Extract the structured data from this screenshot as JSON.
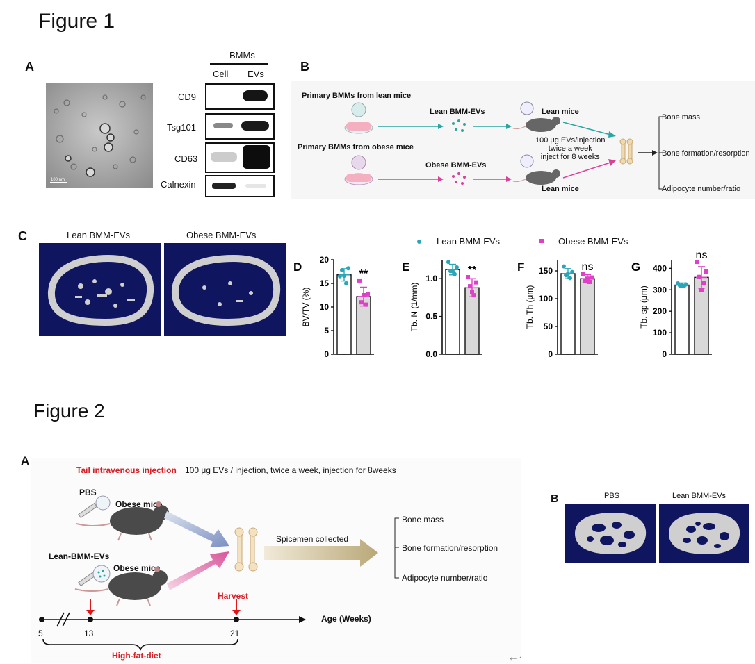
{
  "figure1": {
    "title": "Figure 1",
    "panelA": {
      "label": "A",
      "scale_bar": "100 nm",
      "group_label": "BMMs",
      "columns": [
        "Cell",
        "EVs"
      ],
      "rows": [
        "CD9",
        "Tsg101",
        "CD63",
        "Calnexin"
      ]
    },
    "panelB": {
      "label": "B",
      "source_lean": "Primary BMMs from lean mice",
      "source_obese": "Primary BMMs from obese mice",
      "evs_lean": "Lean BMM-EVs",
      "evs_obese": "Obese BMM-EVs",
      "recipient_top": "Lean mice",
      "recipient_bottom": "Lean mice",
      "dosing": [
        "100 μg EVs/injection",
        "twice a week",
        "inject for 8 weeks"
      ],
      "outcomes": [
        "Bone mass",
        "Bone formation/resorption",
        "Adipocyte number/ratio"
      ]
    },
    "panelC": {
      "label": "C",
      "images": [
        "Lean BMM-EVs",
        "Obese BMM-EVs"
      ]
    },
    "legend": [
      "Lean BMM-EVs",
      "Obese BMM-EVs"
    ],
    "colors": {
      "lean": "#2aa6b8",
      "obese": "#e040c8",
      "bar_obese": "#d9d9d9",
      "scan_bg": "#10155f",
      "arrow_lean": "#2aa6a0",
      "arrow_obese": "#d8409a"
    }
  },
  "chart_data": [
    {
      "type": "bar",
      "panel": "D",
      "ylabel": "BV/TV (%)",
      "ylim": [
        0,
        20
      ],
      "yticks": [
        "0",
        "5",
        "10",
        "15",
        "20"
      ],
      "categories": [
        "Lean BMM-EVs",
        "Obese BMM-EVs"
      ],
      "values": [
        16.8,
        12.2
      ],
      "errors": [
        1.3,
        2.0
      ],
      "points": [
        [
          16.5,
          18.2,
          17.8,
          15.0,
          16.6
        ],
        [
          15.6,
          12.8,
          11.0,
          10.5,
          12.5
        ]
      ],
      "significance": "**"
    },
    {
      "type": "bar",
      "panel": "E",
      "ylabel": "Tb. N (1/mm)",
      "ylim": [
        0,
        1.25
      ],
      "yticks": [
        "0.0",
        "0.5",
        "1.0"
      ],
      "categories": [
        "Lean BMM-EVs",
        "Obese BMM-EVs"
      ],
      "values": [
        1.12,
        0.88
      ],
      "errors": [
        0.07,
        0.12
      ],
      "points": [
        [
          1.22,
          1.15,
          1.1,
          1.06,
          1.1
        ],
        [
          1.02,
          0.95,
          0.9,
          0.78,
          0.82
        ]
      ],
      "significance": "**"
    },
    {
      "type": "bar",
      "panel": "F",
      "ylabel": "Tb. Th (μm)",
      "ylim": [
        0,
        170
      ],
      "yticks": [
        "0",
        "50",
        "100",
        "150"
      ],
      "categories": [
        "Lean BMM-EVs",
        "Obese BMM-EVs"
      ],
      "values": [
        145,
        136
      ],
      "errors": [
        9,
        7
      ],
      "points": [
        [
          158,
          148,
          142,
          137,
          145
        ],
        [
          145,
          138,
          132,
          130,
          136
        ]
      ],
      "significance": "ns"
    },
    {
      "type": "bar",
      "panel": "G",
      "ylabel": "Tb. sp (μm)",
      "ylim": [
        0,
        440
      ],
      "yticks": [
        "0",
        "100",
        "200",
        "300",
        "400"
      ],
      "categories": [
        "Lean BMM-EVs",
        "Obese BMM-EVs"
      ],
      "values": [
        322,
        358
      ],
      "errors": [
        10,
        50
      ],
      "points": [
        [
          330,
          325,
          320,
          318,
          322
        ],
        [
          430,
          385,
          360,
          330,
          300
        ]
      ],
      "significance": "ns"
    }
  ],
  "figure2": {
    "title": "Figure 2",
    "panelA": {
      "label": "A",
      "injection_title": "Tail intravenous injection",
      "injection_desc": "100 μg EVs / injection, twice a week, injection for  8weeks",
      "pbs": "PBS",
      "lean_evs": "Lean-BMM-EVs",
      "mice_top": "Obese mice",
      "mice_bottom": "Obese mice",
      "collected": "Spicemen collected",
      "outcomes": [
        "Bone mass",
        "Bone formation/resorption",
        "Adipocyte number/ratio"
      ],
      "harvest": "Harvest",
      "axis_label": "Age (Weeks)",
      "ticks": [
        "5",
        "13",
        "21"
      ],
      "diet": "High-fat-diet"
    },
    "panelB": {
      "label": "B",
      "images": [
        "PBS",
        "Lean BMM-EVs"
      ]
    }
  },
  "footer_glyph": "←·"
}
